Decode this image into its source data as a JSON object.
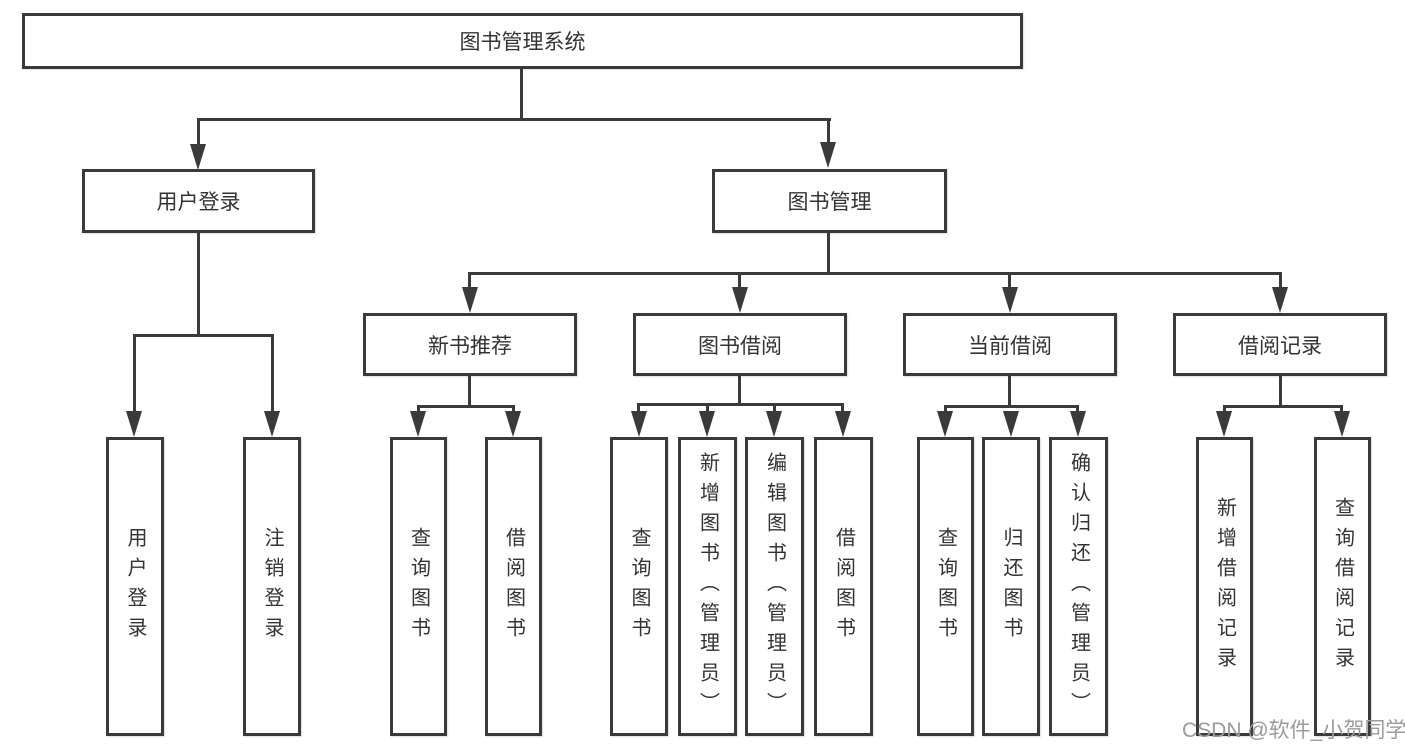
{
  "diagram": {
    "root": {
      "label": "图书管理系统"
    },
    "branches": [
      {
        "label": "用户登录",
        "children": [
          {
            "label": "用户登录"
          },
          {
            "label": "注销登录"
          }
        ]
      },
      {
        "label": "图书管理",
        "children": [
          {
            "label": "新书推荐",
            "children": [
              {
                "label": "查询图书"
              },
              {
                "label": "借阅图书"
              }
            ]
          },
          {
            "label": "图书借阅",
            "children": [
              {
                "label": "查询图书"
              },
              {
                "label": "新增图书（管理员）"
              },
              {
                "label": "编辑图书（管理员）"
              },
              {
                "label": "借阅图书"
              }
            ]
          },
          {
            "label": "当前借阅",
            "children": [
              {
                "label": "查询图书"
              },
              {
                "label": "归还图书"
              },
              {
                "label": "确认归还（管理员）"
              }
            ]
          },
          {
            "label": "借阅记录",
            "children": [
              {
                "label": "新增借阅记录"
              },
              {
                "label": "查询借阅记录"
              }
            ]
          }
        ]
      }
    ]
  },
  "colors": {
    "line": "#3a3a3a",
    "text": "#333333",
    "watermark": "#9b9b9b",
    "background": "#ffffff"
  },
  "watermark": {
    "text": "CSDN @软件_小贺同学"
  }
}
